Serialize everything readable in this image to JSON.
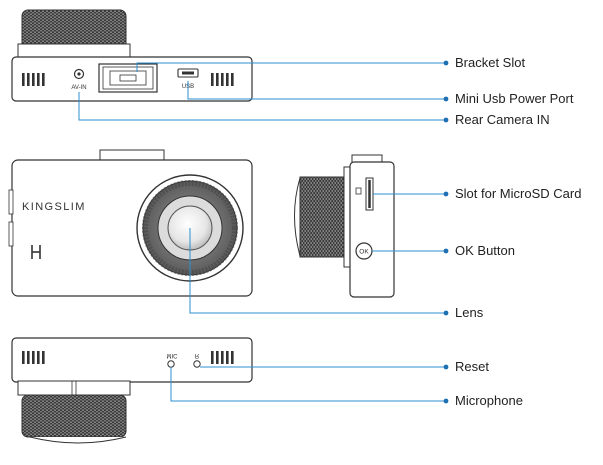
{
  "brand_text": "KINGSLIM",
  "port_labels": {
    "av_in": "AV-IN",
    "usb": "USB",
    "mic": "MIC",
    "reset": "R",
    "ok": "OK"
  },
  "callouts": [
    {
      "id": "bracket-slot",
      "text": "Bracket Slot"
    },
    {
      "id": "mini-usb",
      "text": "Mini Usb Power Port"
    },
    {
      "id": "rear-camera",
      "text": "Rear Camera IN"
    },
    {
      "id": "microsd",
      "text": "Slot for MicroSD Card"
    },
    {
      "id": "ok-button",
      "text": "OK Button"
    },
    {
      "id": "lens",
      "text": "Lens"
    },
    {
      "id": "reset",
      "text": "Reset"
    },
    {
      "id": "microphone",
      "text": "Microphone"
    }
  ],
  "colors": {
    "outline": "#333333",
    "callout_line": "#2b8fd1",
    "dot": "#1e6fb3",
    "lens_ring": "#555555"
  }
}
